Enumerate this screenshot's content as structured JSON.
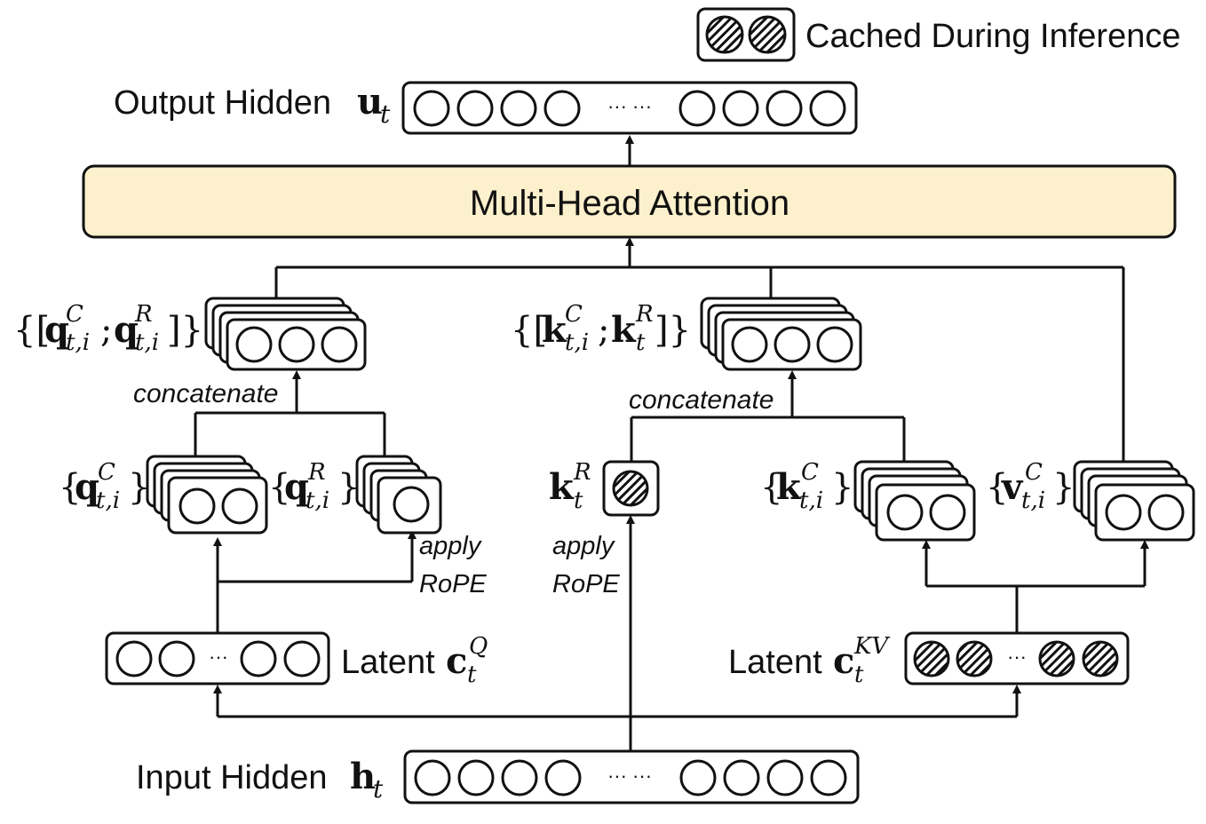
{
  "legend": {
    "label": "Cached During Inference"
  },
  "output": {
    "label": "Output Hidden",
    "symbol": "u",
    "sub": "t",
    "ellipsis": "··· ···"
  },
  "attention": {
    "label": "Multi-Head Attention",
    "fill": "#fdf0cc"
  },
  "query_concat": {
    "lhs": "{[",
    "q1": "q",
    "q1_sup": "C",
    "q1_sub": "t,i",
    "sep": ";",
    "q2": "q",
    "q2_sup": "R",
    "q2_sub": "t,i",
    "rhs": "]}"
  },
  "key_concat": {
    "lhs": "{[",
    "k1": "k",
    "k1_sup": "C",
    "k1_sub": "t,i",
    "sep": ";",
    "k2": "k",
    "k2_sup": "R",
    "k2_sub": "t",
    "rhs": "]}"
  },
  "concat_label": "concatenate",
  "qc": {
    "sym": "q",
    "sup": "C",
    "sub": "t,i"
  },
  "qr": {
    "sym": "q",
    "sup": "R",
    "sub": "t,i"
  },
  "kr": {
    "sym": "k",
    "sup": "R",
    "sub": "t"
  },
  "kc": {
    "sym": "k",
    "sup": "C",
    "sub": "t,i"
  },
  "vc": {
    "sym": "v",
    "sup": "C",
    "sub": "t,i"
  },
  "rope": {
    "line1": "apply",
    "line2": "RoPE"
  },
  "latent_q": {
    "label": "Latent",
    "sym": "c",
    "sup": "Q",
    "sub": "t",
    "ellipsis": "···"
  },
  "latent_kv": {
    "label": "Latent",
    "sym": "c",
    "sup": "KV",
    "sub": "t",
    "ellipsis": "···"
  },
  "input": {
    "label": "Input Hidden",
    "symbol": "h",
    "sub": "t",
    "ellipsis": "··· ···"
  },
  "braces": {
    "open": "{",
    "close": "}"
  }
}
